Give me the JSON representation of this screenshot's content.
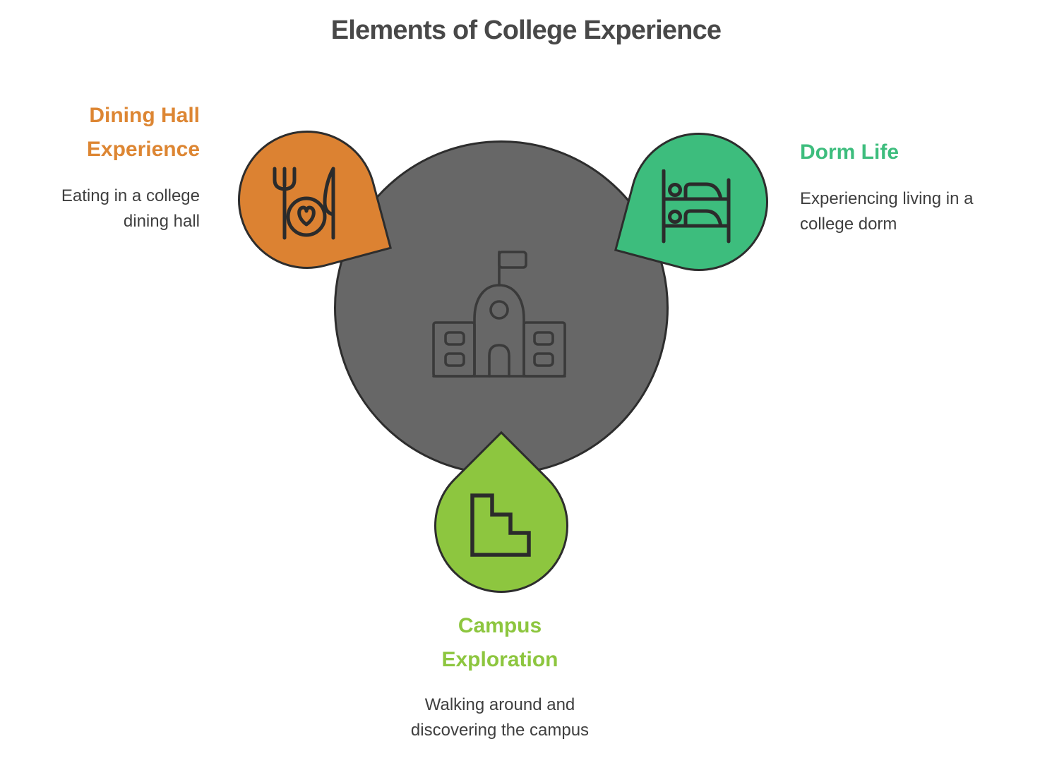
{
  "title": "Elements of College Experience",
  "colors": {
    "dining_orange": "#DC8232",
    "dorm_green": "#3DBD7D",
    "campus_lime": "#8DC63F",
    "center_gray": "#676767",
    "outline_dark": "#2D2D2D",
    "heading_text": "#484848",
    "body_text": "#3F3F3F"
  },
  "center": {
    "icon": "college-building-icon"
  },
  "nodes": [
    {
      "title": "Dining Hall Experience",
      "description": "Eating in a college dining hall",
      "icon": "fork-plate-knife-icon",
      "color": "#DC8232",
      "position": "top-left"
    },
    {
      "title": "Dorm Life",
      "description": "Experiencing living in a college dorm",
      "icon": "bunk-bed-icon",
      "color": "#3DBD7D",
      "position": "top-right"
    },
    {
      "title": "Campus Exploration",
      "description": "Walking around and discovering the campus",
      "icon": "stairs-icon",
      "color": "#8DC63F",
      "position": "bottom"
    }
  ]
}
